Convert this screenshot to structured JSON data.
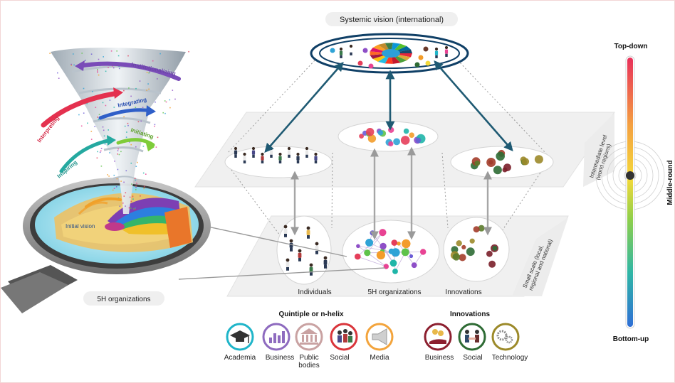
{
  "top_label": "Systemic vision (international)",
  "levels": {
    "intermediate": "Intermediate level (world regions)",
    "intermediate_l1": "Intermediate level",
    "intermediate_l2": "(world regions)",
    "small_l1": "Small scale (local,",
    "small_l2": "regional and national)"
  },
  "lower_nodes": {
    "individuals": "Individuals",
    "organizations": "5H organizations",
    "innovations": "Innovations"
  },
  "magnifier_label": "5H organizations",
  "tornado": {
    "stages": [
      "Institutionalizing",
      "Integrating",
      "Interpreting",
      "Initiating",
      "Inspiring",
      "Initial vision"
    ]
  },
  "scale_bar": {
    "top": "Top-down",
    "middle": "Middle-round",
    "bottom": "Bottom-up"
  },
  "legend": {
    "helix_title": "Quintiple or n-helix",
    "helix_items": [
      {
        "label": "Academia",
        "icon": "graduation-cap-icon",
        "color": "#1fb5c9"
      },
      {
        "label": "Business",
        "icon": "bar-chart-icon",
        "color": "#8e6bbf"
      },
      {
        "label": "Public bodies",
        "label_l1": "Public",
        "label_l2": "bodies",
        "icon": "government-building-icon",
        "color": "#c9a2a2"
      },
      {
        "label": "Social",
        "icon": "people-group-icon",
        "color": "#d9353b"
      },
      {
        "label": "Media",
        "icon": "megaphone-icon",
        "color": "#f3a43c"
      }
    ],
    "innovations_title": "Innovations",
    "innovation_items": [
      {
        "label": "Business",
        "icon": "coins-hand-icon",
        "color": "#8c1f2f"
      },
      {
        "label": "Social",
        "icon": "handshake-people-icon",
        "color": "#2e6b34"
      },
      {
        "label": "Technology",
        "icon": "gears-icon",
        "color": "#9c8a2a"
      }
    ]
  }
}
